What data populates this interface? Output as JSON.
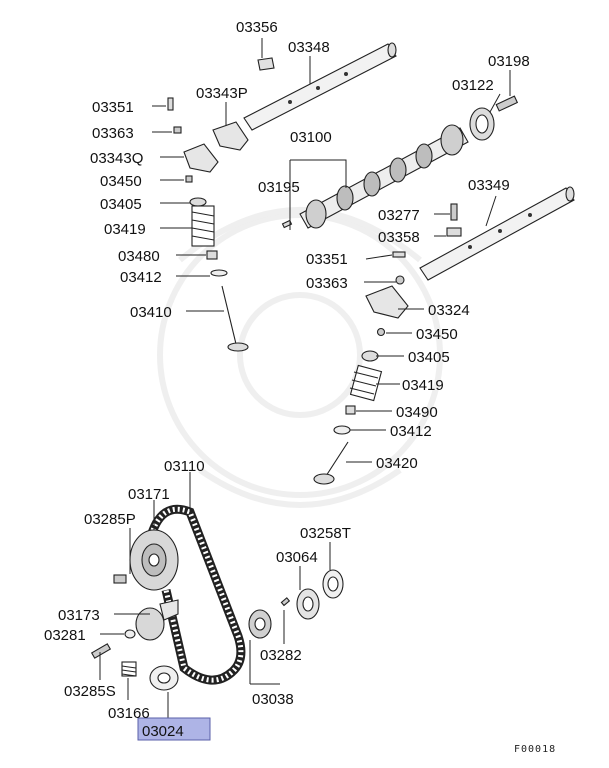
{
  "labels": {
    "p03356": "03356",
    "p03348": "03348",
    "p03198": "03198",
    "p03122": "03122",
    "p03351a": "03351",
    "p03343p": "03343P",
    "p03363a": "03363",
    "p03100": "03100",
    "p03343q": "03343Q",
    "p03450a": "03450",
    "p03195": "03195",
    "p03349": "03349",
    "p03405a": "03405",
    "p03277": "03277",
    "p03419a": "03419",
    "p03358": "03358",
    "p03480": "03480",
    "p03351b": "03351",
    "p03412a": "03412",
    "p03363b": "03363",
    "p03410": "03410",
    "p03324": "03324",
    "p03450b": "03450",
    "p03405b": "03405",
    "p03419b": "03419",
    "p03490": "03490",
    "p03412b": "03412",
    "p03420": "03420",
    "p03110": "03110",
    "p03171": "03171",
    "p03285p": "03285P",
    "p03258t": "03258T",
    "p03064": "03064",
    "p03173": "03173",
    "p03281": "03281",
    "p03282": "03282",
    "p03285s": "03285S",
    "p03166": "03166",
    "p03038": "03038",
    "p03024": "03024"
  },
  "highlight": {
    "part": "03024",
    "color": "#aeb4e6"
  },
  "figure_code": "F00018"
}
